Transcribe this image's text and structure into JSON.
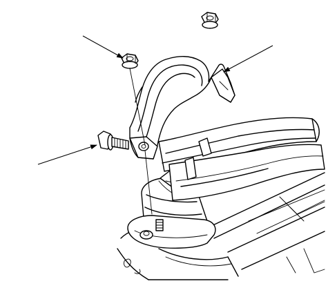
{
  "figure": {
    "type": "exploded-parts-illustration",
    "colors": {
      "line": "#000000",
      "background": "#ffffff"
    },
    "parts": [
      {
        "name": "spare-flange-nut",
        "kind": "nut"
      },
      {
        "name": "flange-nut",
        "kind": "nut"
      },
      {
        "name": "bracket",
        "kind": "bracket"
      },
      {
        "name": "bolt",
        "kind": "bolt"
      },
      {
        "name": "exhaust-pipe",
        "kind": "pipe"
      },
      {
        "name": "mount",
        "kind": "rubber-mount"
      }
    ],
    "callouts": [
      {
        "target": "flange-nut"
      },
      {
        "target": "bracket"
      },
      {
        "target": "bolt"
      }
    ]
  }
}
